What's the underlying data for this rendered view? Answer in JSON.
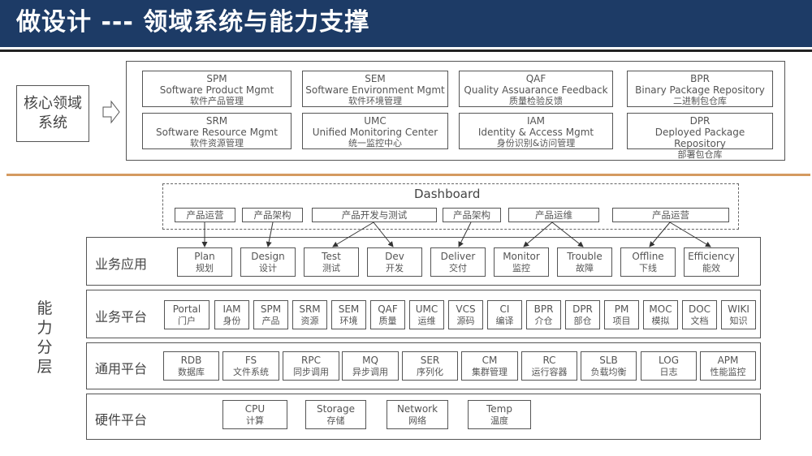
{
  "header": {
    "title": "做设计 --- 领域系统与能力支撑"
  },
  "core": {
    "label_line1": "核心领域",
    "label_line2": "系统",
    "systems": [
      {
        "abbr": "SPM",
        "name": "Software Product Mgmt",
        "cn": "软件产品管理"
      },
      {
        "abbr": "SEM",
        "name": "Software Environment Mgmt",
        "cn": "软件环境管理"
      },
      {
        "abbr": "QAF",
        "name": "Quality Assuarance Feedback",
        "cn": "质量检验反馈"
      },
      {
        "abbr": "BPR",
        "name": "Binary Package Repository",
        "cn": "二进制包仓库"
      },
      {
        "abbr": "SRM",
        "name": "Software Resource Mgmt",
        "cn": "软件资源管理"
      },
      {
        "abbr": "UMC",
        "name": "Unified Monitoring Center",
        "cn": "统一监控中心"
      },
      {
        "abbr": "IAM",
        "name": "Identity & Access Mgmt",
        "cn": "身份识别&访问管理"
      },
      {
        "abbr": "DPR",
        "name": "Deployed Package Repository",
        "cn": "部署包仓库"
      }
    ]
  },
  "dashboard": {
    "title": "Dashboard",
    "tags": [
      "产品运营",
      "产品架构",
      "产品开发与测试",
      "产品架构",
      "产品运维",
      "产品运营"
    ]
  },
  "capability": {
    "label": [
      "能",
      "力",
      "分",
      "层"
    ],
    "layers": [
      {
        "name": "业务应用",
        "items": [
          {
            "en": "Plan",
            "cn": "规划"
          },
          {
            "en": "Design",
            "cn": "设计"
          },
          {
            "en": "Test",
            "cn": "测试"
          },
          {
            "en": "Dev",
            "cn": "开发"
          },
          {
            "en": "Deliver",
            "cn": "交付"
          },
          {
            "en": "Monitor",
            "cn": "监控"
          },
          {
            "en": "Trouble",
            "cn": "故障"
          },
          {
            "en": "Offline",
            "cn": "下线"
          },
          {
            "en": "Efficiency",
            "cn": "能效"
          }
        ]
      },
      {
        "name": "业务平台",
        "items": [
          {
            "en": "Portal",
            "cn": "门户"
          },
          {
            "en": "IAM",
            "cn": "身份"
          },
          {
            "en": "SPM",
            "cn": "产品"
          },
          {
            "en": "SRM",
            "cn": "资源"
          },
          {
            "en": "SEM",
            "cn": "环境"
          },
          {
            "en": "QAF",
            "cn": "质量"
          },
          {
            "en": "UMC",
            "cn": "运维"
          },
          {
            "en": "VCS",
            "cn": "源码"
          },
          {
            "en": "CI",
            "cn": "编译"
          },
          {
            "en": "BPR",
            "cn": "介仓"
          },
          {
            "en": "DPR",
            "cn": "部仓"
          },
          {
            "en": "PM",
            "cn": "项目"
          },
          {
            "en": "MOC",
            "cn": "模拟"
          },
          {
            "en": "DOC",
            "cn": "文档"
          },
          {
            "en": "WIKI",
            "cn": "知识"
          }
        ]
      },
      {
        "name": "通用平台",
        "items": [
          {
            "en": "RDB",
            "cn": "数据库"
          },
          {
            "en": "FS",
            "cn": "文件系统"
          },
          {
            "en": "RPC",
            "cn": "同步调用"
          },
          {
            "en": "MQ",
            "cn": "异步调用"
          },
          {
            "en": "SER",
            "cn": "序列化"
          },
          {
            "en": "CM",
            "cn": "集群管理"
          },
          {
            "en": "RC",
            "cn": "运行容器"
          },
          {
            "en": "SLB",
            "cn": "负载均衡"
          },
          {
            "en": "LOG",
            "cn": "日志"
          },
          {
            "en": "APM",
            "cn": "性能监控"
          }
        ]
      },
      {
        "name": "硬件平台",
        "items": [
          {
            "en": "CPU",
            "cn": "计算"
          },
          {
            "en": "Storage",
            "cn": "存储"
          },
          {
            "en": "Network",
            "cn": "网络"
          },
          {
            "en": "Temp",
            "cn": "温度"
          }
        ]
      }
    ]
  },
  "colors": {
    "header_bg": "#1d3b66",
    "divider": "#d49a60",
    "border": "#555555"
  }
}
